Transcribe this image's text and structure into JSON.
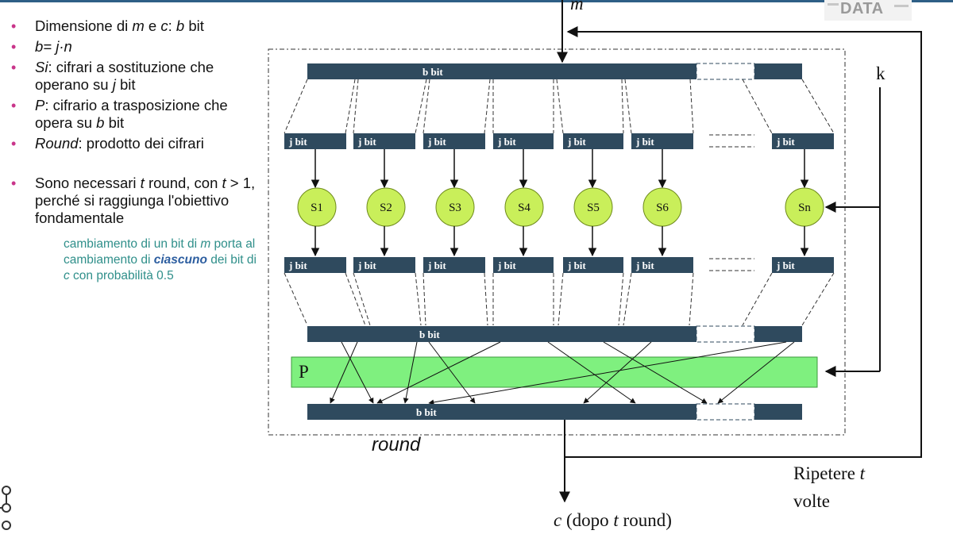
{
  "logo": {
    "text": "DATA"
  },
  "bullets": {
    "b1": {
      "pre": "Dimensione di ",
      "m": "m",
      "mid": " e ",
      "c": "c",
      "colon": ": ",
      "b": "b",
      "post": " bit"
    },
    "b2": {
      "text": "b= j·n"
    },
    "b3": {
      "term": "Si",
      "text": ": cifrari a sostituzione che operano su ",
      "j": "j",
      "post": " bit"
    },
    "b4": {
      "term": "P",
      "text": ": cifrario a trasposizione che opera su ",
      "b": "b",
      "post": " bit"
    },
    "b5": {
      "term": "Round",
      "text": ": prodotto dei cifrari"
    },
    "b6": {
      "pre": "Sono necessari ",
      "t": "t",
      "mid": " round, con ",
      "t2": "t",
      "post": " > 1, perché si raggiunga l'obiettivo fondamentale"
    }
  },
  "sub": {
    "pre": "cambiamento di un bit di ",
    "m": "m",
    "mid": " porta al cambiamento di ",
    "em": "ciascuno",
    "mid2": " dei bit di ",
    "c": "c",
    "post": " con probabilità 0.5"
  },
  "diagram": {
    "input_label": "m",
    "key_label": "k",
    "b_bit_label": "b bit",
    "j_bit_label": "j bit",
    "sboxes": [
      "S1",
      "S2",
      "S3",
      "S4",
      "S5",
      "S6",
      "Sn"
    ],
    "p_label": "P",
    "round_label": "round",
    "repeat_label_1": "Ripetere ",
    "repeat_t": "t",
    "repeat_label_2": "volte",
    "output_pre": "c",
    "output_mid": " (dopo ",
    "output_t": "t",
    "output_post": " round)",
    "colors": {
      "bar": "#2f4a5e",
      "sbox": "#c9ef5a",
      "sbox_border": "#6e8a1c",
      "p_box": "#7ff07f",
      "p_border": "#3e9a3e"
    }
  }
}
